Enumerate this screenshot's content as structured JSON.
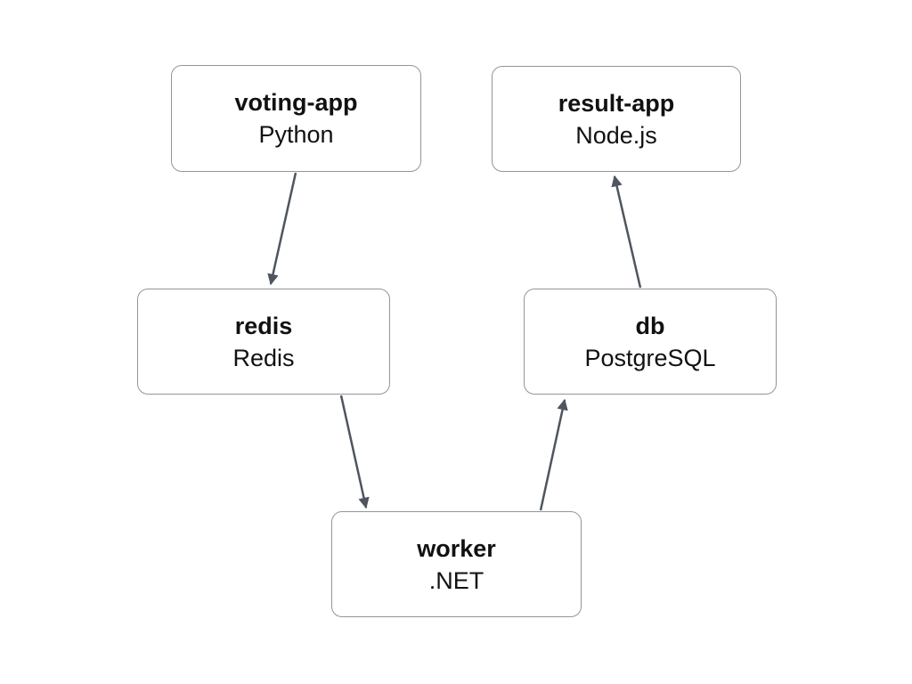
{
  "diagram": {
    "nodes": [
      {
        "id": "voting-app",
        "title": "voting-app",
        "subtitle": "Python"
      },
      {
        "id": "result-app",
        "title": "result-app",
        "subtitle": "Node.js"
      },
      {
        "id": "redis",
        "title": "redis",
        "subtitle": "Redis"
      },
      {
        "id": "db",
        "title": "db",
        "subtitle": "PostgreSQL"
      },
      {
        "id": "worker",
        "title": "worker",
        "subtitle": ".NET"
      }
    ],
    "edges": [
      {
        "from": "voting-app",
        "to": "redis"
      },
      {
        "from": "redis",
        "to": "worker"
      },
      {
        "from": "worker",
        "to": "db"
      },
      {
        "from": "db",
        "to": "result-app"
      }
    ],
    "colors": {
      "background": "#ffffff",
      "node_fill": "#ffffff",
      "node_border": "#90969c",
      "arrow": "#4f555e",
      "text": "#111111"
    }
  }
}
